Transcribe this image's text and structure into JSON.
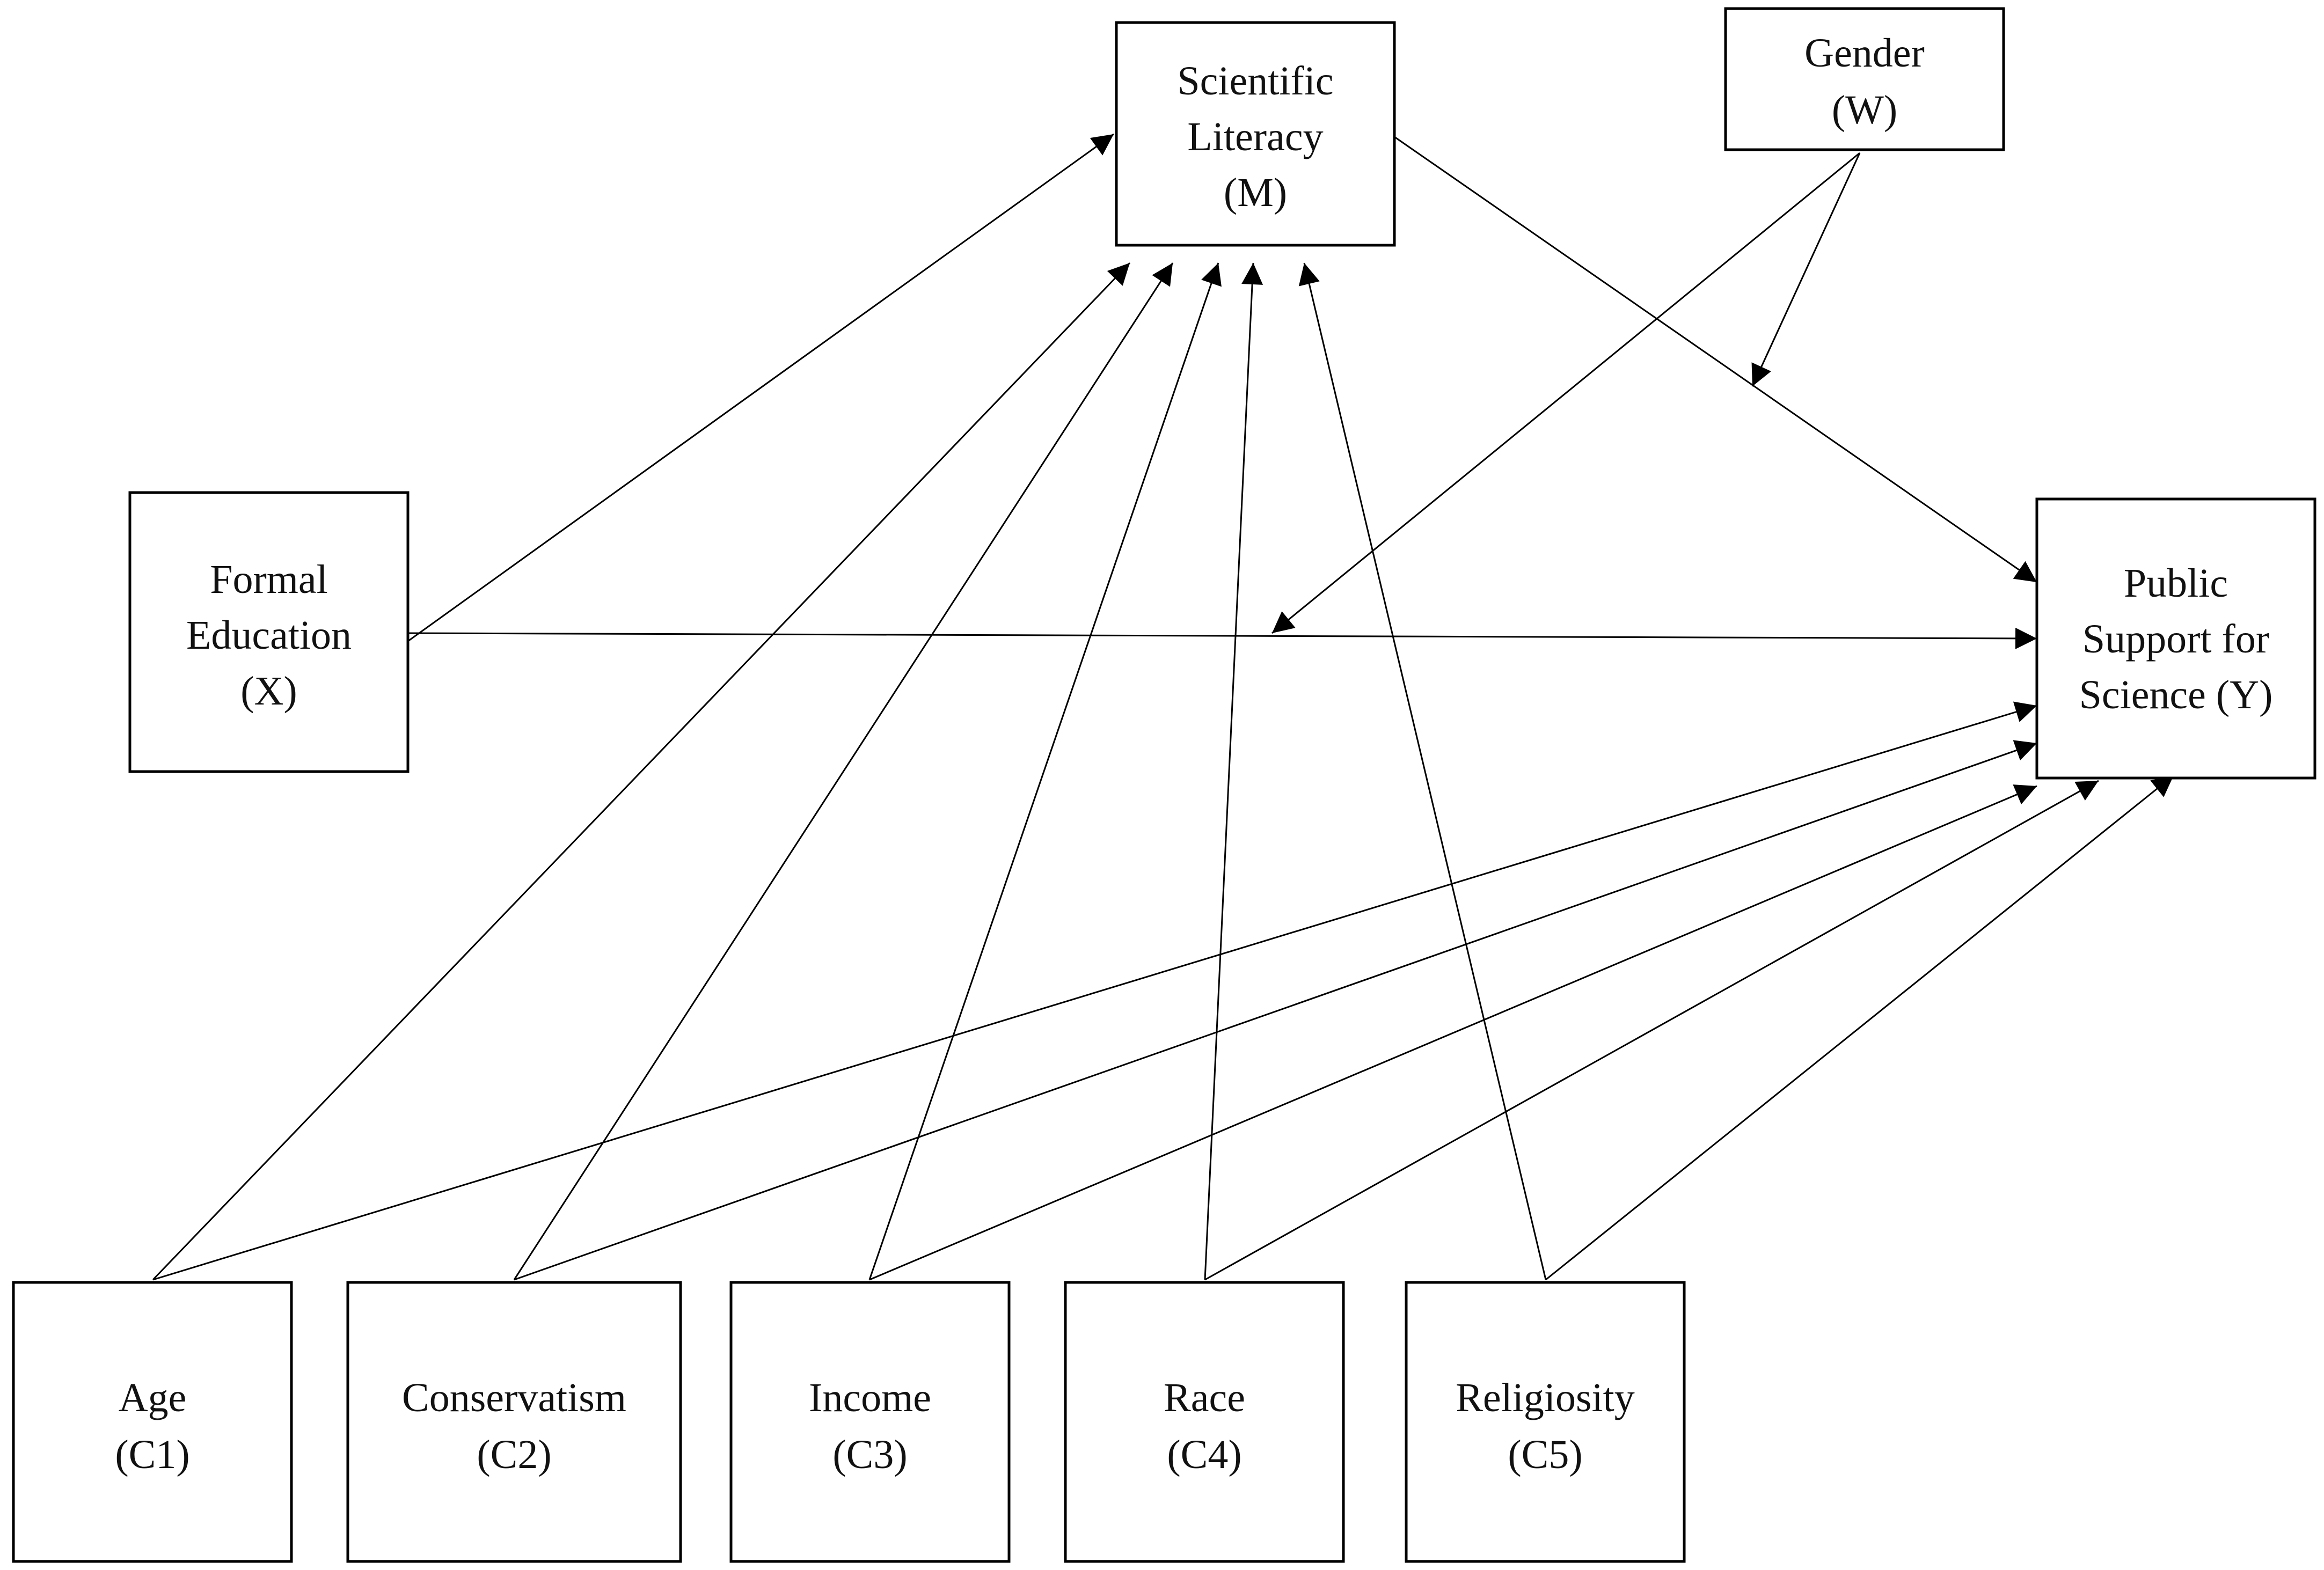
{
  "nodes": {
    "scientific_literacy": {
      "lines": [
        "Scientific",
        "Literacy",
        "(M)"
      ]
    },
    "gender": {
      "lines": [
        "Gender",
        "(W)"
      ]
    },
    "formal_education": {
      "lines": [
        "Formal",
        "Education",
        "(X)"
      ]
    },
    "public_support": {
      "lines": [
        "Public",
        "Support for",
        "Science (Y)"
      ]
    },
    "age": {
      "lines": [
        "Age",
        "(C1)"
      ]
    },
    "conservatism": {
      "lines": [
        "Conservatism",
        "(C2)"
      ]
    },
    "income": {
      "lines": [
        "Income",
        "(C3)"
      ]
    },
    "race": {
      "lines": [
        "Race",
        "(C4)"
      ]
    },
    "religiosity": {
      "lines": [
        "Religiosity",
        "(C5)"
      ]
    }
  },
  "edges": [
    {
      "from": "formal_education",
      "to": "scientific_literacy"
    },
    {
      "from": "formal_education",
      "to": "public_support"
    },
    {
      "from": "scientific_literacy",
      "to": "public_support"
    },
    {
      "from": "gender",
      "to": "path-scientific_literacy-public_support",
      "moderates": true
    },
    {
      "from": "gender",
      "to": "path-formal_education-public_support",
      "moderates": true
    },
    {
      "from": "age",
      "to": "scientific_literacy"
    },
    {
      "from": "conservatism",
      "to": "scientific_literacy"
    },
    {
      "from": "income",
      "to": "scientific_literacy"
    },
    {
      "from": "race",
      "to": "scientific_literacy"
    },
    {
      "from": "religiosity",
      "to": "scientific_literacy"
    },
    {
      "from": "age",
      "to": "public_support"
    },
    {
      "from": "conservatism",
      "to": "public_support"
    },
    {
      "from": "income",
      "to": "public_support"
    },
    {
      "from": "race",
      "to": "public_support"
    },
    {
      "from": "religiosity",
      "to": "public_support"
    }
  ]
}
